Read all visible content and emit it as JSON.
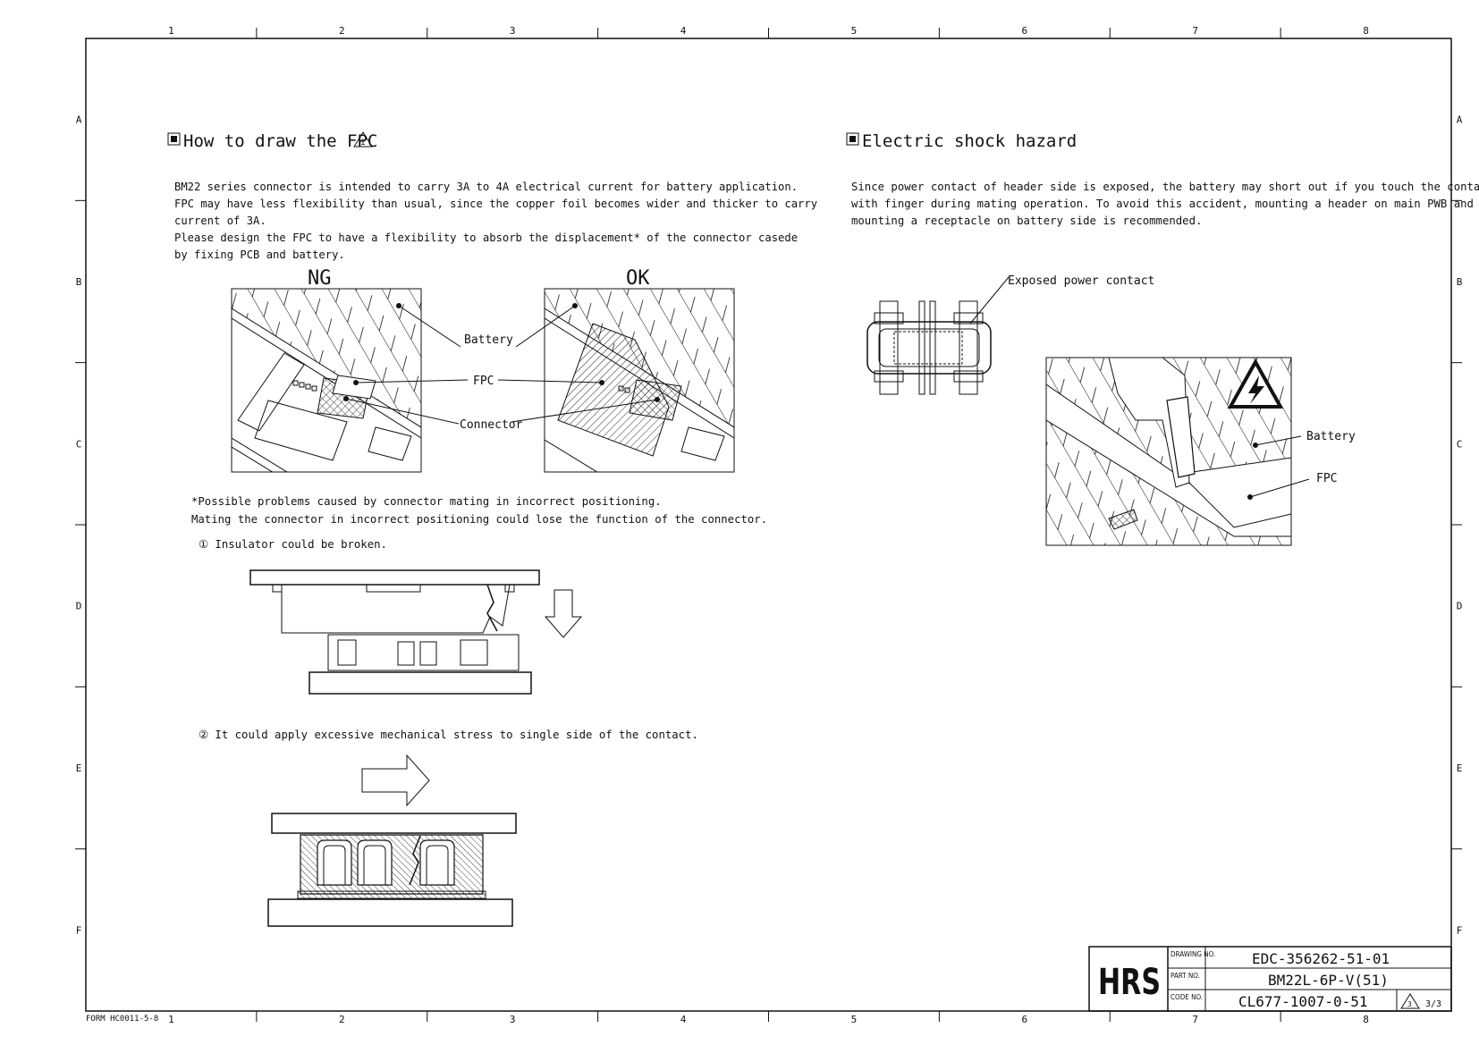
{
  "frame": {
    "col_labels": [
      "1",
      "2",
      "3",
      "4",
      "5",
      "6",
      "7",
      "8"
    ],
    "row_labels": [
      "A",
      "B",
      "C",
      "D",
      "E",
      "F"
    ],
    "form_no": "FORM HC0011-5-8"
  },
  "left": {
    "title": "How to draw the FPC",
    "revision_mark": "1",
    "paragraph": [
      "  BM22 series connector is intended to carry 3A to 4A electrical current for battery application.",
      "FPC may have less flexibility than usual, since the copper foil becomes wider and thicker to carry",
      "current of 3A.",
      "  Please design the FPC to have a flexibility to absorb the displacement* of the connector casede",
      "by fixing PCB and battery."
    ],
    "ng_label": "NG",
    "ok_label": "OK",
    "callouts": {
      "battery": "Battery",
      "fpc": "FPC",
      "connector": "Connector"
    },
    "note_lines": [
      "*Possible problems caused by connector mating in incorrect positioning.",
      " Mating the connector in incorrect positioning could lose the function of the connector."
    ],
    "item1": "①  Insulator could be broken.",
    "item2": "②  It could apply excessive mechanical stress to single side of the contact."
  },
  "right": {
    "title": "Electric shock hazard",
    "paragraph": [
      "Since power contact of header side is exposed, the battery may short out if you touch the contact",
      "with finger during mating operation. To avoid this accident, mounting a header on main PWB and",
      "mounting a receptacle on battery side is recommended."
    ],
    "exposed_label": "Exposed power contact",
    "battery_label": "Battery",
    "fpc_label": "FPC"
  },
  "title_block": {
    "logo": "HRS",
    "drawing_no_label": "DRAWING NO.",
    "drawing_no": "EDC-356262-51-01",
    "part_no_label": "PART NO.",
    "part_no": "BM22L-6P-V(51)",
    "code_no_label": "CODE NO.",
    "code_no": "CL677-1007-0-51",
    "revision": "3",
    "sheet": "3/3"
  }
}
